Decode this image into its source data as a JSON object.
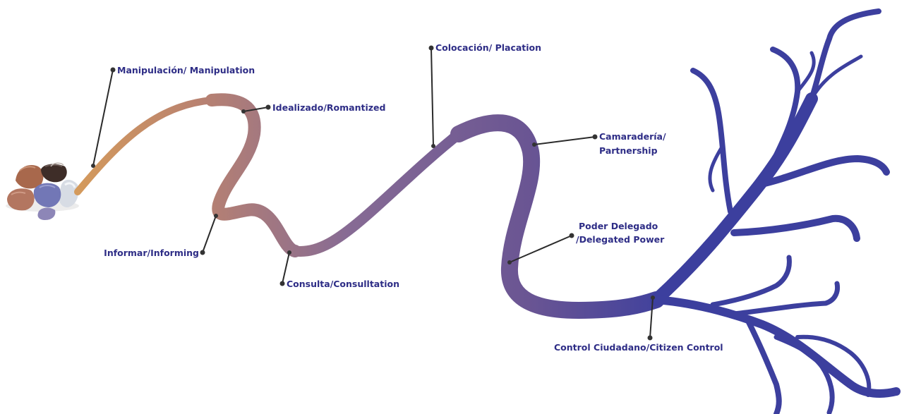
{
  "diagram": {
    "colors": {
      "start": "#d49a5c",
      "romantic": "#b98270",
      "middle": "#876b94",
      "violet": "#6a5593",
      "end": "#3c3f9e",
      "label": "#2e2d86",
      "leader": "#2b2b2b"
    },
    "labels": {
      "manipulation": "Manipulación/ Manipulation",
      "romantized": "Idealizado/Romantized",
      "informing": "Informar/Informing",
      "consultation": "Consulta/Consulltation",
      "placation": "Colocación/ Placation",
      "partnership_1": "Camaradería/",
      "partnership_2": "Partnership",
      "delegated_1": "Poder Delegado",
      "delegated_2": "/Delegated Power",
      "citizen_control": "Control Ciudadano/Citizen Control"
    },
    "icons": {
      "origin": "stone-pile-icon",
      "delta": "river-delta-icon"
    }
  }
}
